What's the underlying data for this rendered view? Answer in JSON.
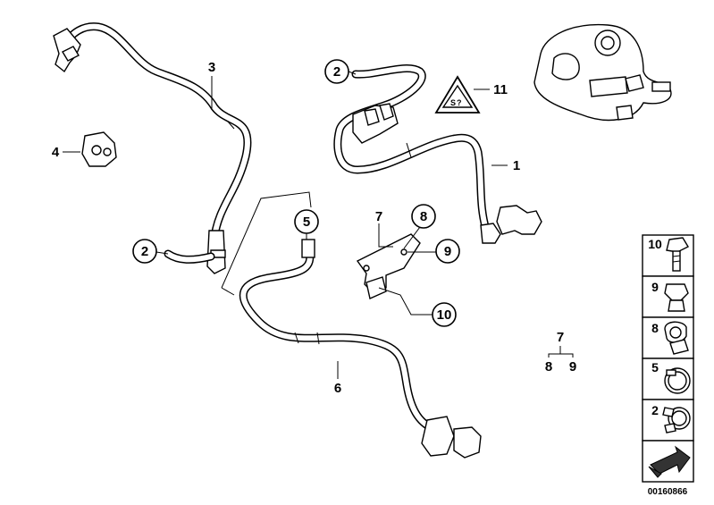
{
  "callouts": {
    "c1": "1",
    "c2a": "2",
    "c2b": "2",
    "c3": "3",
    "c4": "4",
    "c5": "5",
    "c6": "6",
    "c7a": "7",
    "c7b": "7",
    "c8a": "8",
    "c8b": "8",
    "c9a": "9",
    "c9b": "9",
    "c10": "10",
    "c11": "11"
  },
  "legend": {
    "items": [
      {
        "label": "10",
        "icon": "bolt-icon"
      },
      {
        "label": "9",
        "icon": "clip-nut-icon"
      },
      {
        "label": "8",
        "icon": "hose-clamp-icon"
      },
      {
        "label": "5",
        "icon": "band-clamp-icon"
      },
      {
        "label": "2",
        "icon": "spring-clamp-icon"
      }
    ],
    "nav_icon": "arrow-icon"
  },
  "diagram_code": "00160866"
}
